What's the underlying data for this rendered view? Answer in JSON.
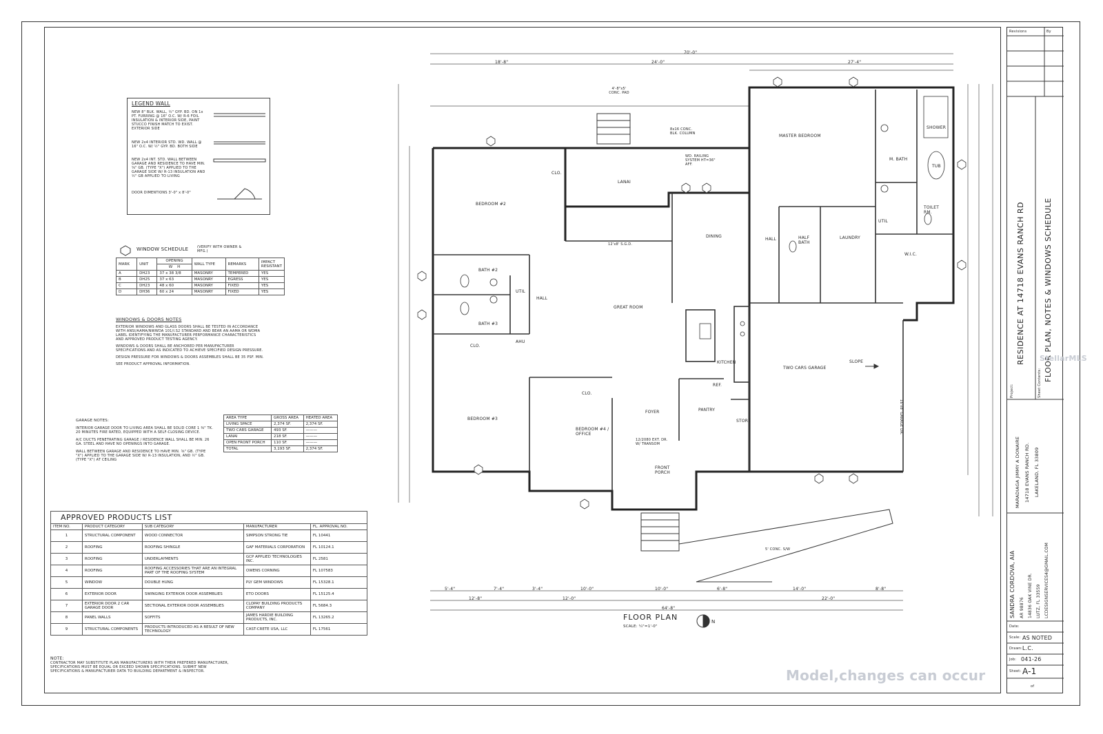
{
  "legend": {
    "title": "LEGEND WALL",
    "items": [
      "NEW 8\" BLK. WALL, ½\" GYP. BD. ON 1x PT. FURRING @ 16\" O.C. W/ R-6 FOIL INSULATION & INTERIOR SIDE, PAINT STUCCO FINISH MATCH TO EXIST. EXTERIOR SIDE",
      "NEW 2x4 INTERIOR STD. WD. WALL @ 16\" O.C. W/ ½\" GYP. BD. BOTH SIDE",
      "NEW 2x4 INT. STD. WALL BETWEEN GARAGE AND RESIDENCE TO HAVE MIN. ⅝\" GB. (TYPE \"X\") APPLIED TO THE GARAGE SIDE W/ R-13 INSULATION AND ½\" GB APPLIED TO LIVING",
      "DOOR DIMENTIONS 3'-0\" x 8'-0\""
    ]
  },
  "window_schedule": {
    "title": "WINDOW SCHEDULE",
    "note": "(VERIFY WITH OWNER & MFG.)",
    "headers": [
      "MARK",
      "UNIT",
      "W",
      "H",
      "WALL TYPE",
      "REMARKS",
      "IMPACT RESISTANT"
    ],
    "opening_label": "OPENING",
    "rows": [
      [
        "A",
        "DH23",
        "37 x 38 3/8",
        "MASONRY",
        "TEMPERED",
        "YES"
      ],
      [
        "B",
        "DH25",
        "37 x 63",
        "MASONRY",
        "EGRESS",
        "YES"
      ],
      [
        "C",
        "DH23",
        "48 x 60",
        "MASONRY",
        "FIXED",
        "YES"
      ],
      [
        "D",
        "DH36",
        "60 x 24",
        "MASONRY",
        "FIXED",
        "YES"
      ]
    ]
  },
  "window_notes": {
    "title": "WINDOWS & DOORS NOTES",
    "paragraphs": [
      "EXTERIOR WINDOWS AND GLASS DOORS SHALL BE TESTED IN ACCORDANCE WITH ANSI/AAMA/NWWDA 101/I.S2 STANDARD AND BEAR AN AAMA OR WDMA LABEL IDENTIFYING THE MANUFACTURER PERFORMANCE CHARACTERISTICS AND APPROVED PRODUCT TESTING AGENCY.",
      "WINDOWS & DOORS SHALL BE ANCHORED PER MANUFACTURER SPECIFICATIONS AND AS INDICATED TO ACHIEVE SPECIFIED DESIGN PRESSURE.",
      "DESIGN PRESSURE FOR WINDOWS & DOORS ASSEMBLES SHALL BE 35 PSF. MIN.",
      "SEE PRODUCT APPROVAL INFORMATION."
    ]
  },
  "garage_notes": {
    "title": "GARAGE NOTES:",
    "paragraphs": [
      "INTERIOR GARAGE DOOR TO LIVING AREA SHALL BE SOLID CORE 1 ⅜\" TK. 20 MINUTES FIRE RATED, EQUIPPED WITH A SELF-CLOSING DEVICE.",
      "A/C DUCTS PENETRATING GARAGE / RESIDENCE WALL SHALL BE MIN. 26 GA. STEEL AND HAVE NO OPENINGS INTO GARAGE.",
      "WALL BETWEEN GARAGE AND RESIDENCE TO HAVE MIN. ⅝\" GB. (TYPE \"X\") APPLIED TO THE GARAGE SIDE W/ R-13 INSULATION, AND ½\" GB. (TYPE \"X\") AT CEILING"
    ]
  },
  "area_table": {
    "headers": [
      "AREA TYPE",
      "GROSS AREA",
      "HEATED AREA"
    ],
    "rows": [
      [
        "LIVING SPACE",
        "2,374 SF.",
        "2,374 SF."
      ],
      [
        "TWO CARS GARAGE",
        "493 SF.",
        "———"
      ],
      [
        "LANAI",
        "218 SF.",
        "———"
      ],
      [
        "OPEN FRONT PORCH",
        "110 SF.",
        "———"
      ],
      [
        "TOTAL",
        "3,193 SF.",
        "2,374 SF."
      ]
    ]
  },
  "products": {
    "title": "APPROVED PRODUCTS LIST",
    "headers": [
      "ITEM NO.",
      "PRODUCT CATEGORY",
      "SUB CATEGORY",
      "MANUFACTURER",
      "FL. APPROVAL NO."
    ],
    "rows": [
      [
        "1",
        "STRUCTURAL COMPONENT",
        "WOOD CONNECTOR",
        "SIMPSON STRONG TIE",
        "FL 10441"
      ],
      [
        "2",
        "ROOFING",
        "ROOFING SHINGLE",
        "GAF MATERIALS CORPORATION",
        "FL 10124.1"
      ],
      [
        "3",
        "ROOFING",
        "UNDERLAYMENTS",
        "GCP APPLIED TECHNOLOGIES INC.",
        "FL 2581"
      ],
      [
        "4",
        "ROOFING",
        "ROOFING ACCESSORIES THAT ARE AN INTEGRAL PART OF THE ROOFING SYSTEM",
        "OWENS CORNING",
        "FL 107583"
      ],
      [
        "5",
        "WINDOW",
        "DOUBLE HUNG",
        "PLY GEM WINDOWS",
        "FL 15328.1"
      ],
      [
        "6",
        "EXTERIOR DOOR",
        "SWINGING EXTERIOR DOOR ASSEMBLIES",
        "ETO DOORS",
        "FL 15125.4"
      ],
      [
        "7",
        "EXTERIOR DOOR 2 CAR GARAGE DOOR",
        "SECTIONAL EXTERIOR DOOR ASSEMBLIES",
        "CLOPAY BUILDING PRODUCTS COMPANY",
        "FL 5684.3"
      ],
      [
        "8",
        "PANEL WALLS",
        "SOFFITS",
        "JAMES HARDIE BUILDING PRODUCTS, INC.",
        "FL 13265.2"
      ],
      [
        "9",
        "STRUCTURAL COMPONENTS",
        "PRODUCTS INTRODUCED AS A RESULT OF NEW TECHNOLOGY",
        "CAST-CRETE USA, LLC",
        "FL 17561"
      ]
    ]
  },
  "note": {
    "title": "NOTE:",
    "text": "CONTRACTOR MAY SUBSTITUTE PLAN MANUFACTURERS WITH THEIR PREFERED MANUFACTURER, SPECIFICATIONS MUST BE EQUAL OR EXCEED SHOWN SPECIFICATIONS. SUBMIT NEW SPECIFICATIONS & MANUFACTURER DATA TO BUILDING DEPARTMENT & INSPECTOR."
  },
  "plan": {
    "title": "FLOOR PLAN",
    "scale": "SCALE: ¼\"=1'-0\"",
    "north": "N",
    "rooms": {
      "master_bedroom": "MASTER BEDROOM",
      "m_bath": "M. BATH",
      "tub": "TUB",
      "shower": "SHOWER",
      "toilet": "TOILET RM.",
      "wic": "W.I.C.",
      "laundry": "LAUNDRY",
      "util1": "UTIL",
      "util2": "UTIL",
      "half_bath": "HALF BATH",
      "hall1": "HALL",
      "hall2": "HALL",
      "dining": "DINING",
      "lanai": "LANAI",
      "bedroom2": "BEDROOM #2",
      "bath2": "BATH #2",
      "bath3": "BATH #3",
      "great_room": "GREAT ROOM",
      "kitchen": "KITCHEN",
      "ahu": "AHU",
      "garage": "TWO CARS GARAGE",
      "slope": "SLOPE",
      "bedroom3": "BEDROOM #3",
      "bedroom4": "BEDROOM #4 / OFFICE",
      "foyer": "FOYER",
      "pantry": "PANTRY",
      "storage": "STORE",
      "ref": "REF.",
      "front_porch": "FRONT PORCH",
      "clo1": "CLO.",
      "clo2": "CLO.",
      "clo3": "CLO."
    },
    "dims_top": [
      "70'-0\"",
      "18'-8\"",
      "24'-0\"",
      "27'-4\""
    ],
    "dims_bottom": [
      "5'-4\"",
      "7'-4\"",
      "3'-4\"",
      "10'-0\"",
      "10'-0\"",
      "6'-8\"",
      "14'-0\"",
      "8'-8\"",
      "12'-8\"",
      "12'-0\"",
      "22'-0\"",
      "64'-8\""
    ],
    "notes": [
      "4'-8\"x5' CONC. PAD",
      "8x16 CONC. BLK. COLUMN",
      "WD. RAILING SYSTEM HT=36\" AFF.",
      "12'x8' S.G.D.",
      "12/2080 EXT. DR. W/ TRANSOM",
      "5' CONC. S/W",
      "16'x8' GARAGE DR."
    ]
  },
  "title_block": {
    "revisions": "Revisions",
    "by": "By",
    "project_label": "Project:",
    "project": "RESIDENCE AT 14718 EVANS RANCH RD",
    "sheet_contents_label": "Sheet Contents:",
    "sheet_contents": "FLOOR PLAN, NOTES & WINDOWS SCHEDULE",
    "owner": [
      "MARADIAGA JIMMY A DONAIRE",
      "14718 EVANS RANCH RD.",
      "LAKELAND, FL 33809"
    ],
    "architect": [
      "SANDRA CORDOVA, AIA",
      "AR 98876",
      "14836 OAK VINE DR.",
      "LUTZ, FL 33559",
      "LCDESIGNSERVICES4@GMAIL.COM"
    ],
    "date_label": "Date:",
    "scale_label": "Scale:",
    "scale": "AS NOTED",
    "drawn_label": "Drawn:",
    "drawn": "L.C.",
    "job_label": "Job:",
    "job": "041-26",
    "sheet_label": "Sheet:",
    "sheet": "A-1",
    "of": "of"
  },
  "watermark": "Model,changes can occur",
  "stellar": "StellarMLS"
}
